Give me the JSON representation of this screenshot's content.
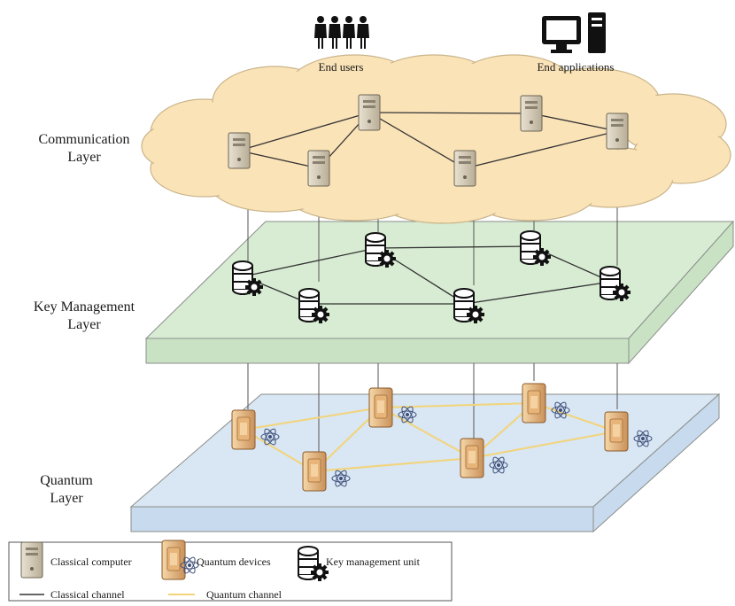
{
  "top": {
    "end_users": "End users",
    "end_applications": "End applications"
  },
  "layers": {
    "communication": [
      "Communication",
      "Layer"
    ],
    "key_management": [
      "Key Management",
      "Layer"
    ],
    "quantum": [
      "Quantum",
      "Layer"
    ]
  },
  "legend": {
    "classical_computer": "Classical computer",
    "quantum_devices": "Quantum devices",
    "key_management_unit": "Key management unit",
    "classical_channel": "Classical channel",
    "quantum_channel": "Quantum channel"
  },
  "colors": {
    "cloud_fill": "#fbe3b8",
    "cloud_stroke": "#c9b48a",
    "km_top": "#d7ecd3",
    "km_side": "#c9e2c4",
    "q_top": "#d9e6f3",
    "q_side": "#c8daee",
    "classical_channel": "#333333",
    "quantum_channel": "#f2d479"
  },
  "icons": {
    "users": "people-group-icon",
    "applications": "desktop-computer-icon",
    "server": "server-tower-icon",
    "key_unit": "database-gear-icon",
    "quantum": "atom-icon"
  }
}
